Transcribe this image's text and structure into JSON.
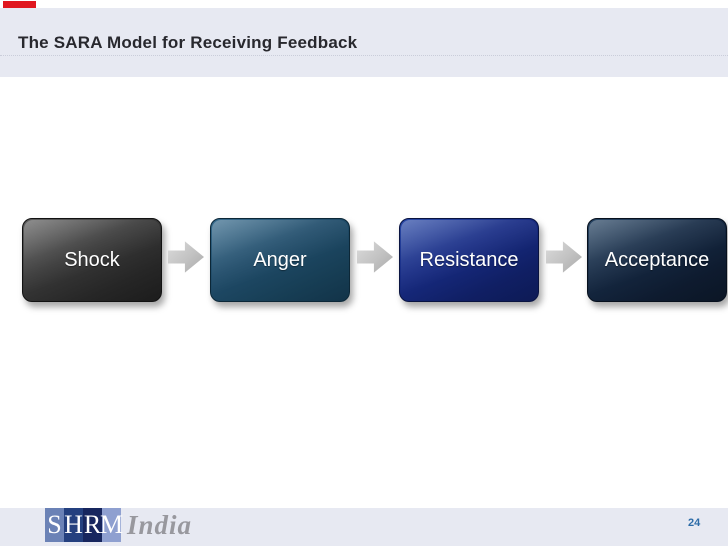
{
  "slide": {
    "title": "The SARA Model for Receiving Feedback",
    "background_color": "#ffffff",
    "header_band_color": "#e7e9f2",
    "accent_bar_color": "#e0161f",
    "title_color": "#28282e"
  },
  "sara_model": {
    "type": "process-flow",
    "stages": [
      {
        "label": "Shock",
        "color": "#333333"
      },
      {
        "label": "Anger",
        "color": "#1e4a68"
      },
      {
        "label": "Resistance",
        "color": "#16297f"
      },
      {
        "label": "Acceptance",
        "color": "#13253e"
      }
    ],
    "connector_icon": "right-block-arrow",
    "connector_color": "#c2c2c2"
  },
  "footer": {
    "band_color": "#e7e9f2",
    "logo": {
      "tiles": [
        {
          "letter": "S",
          "bg": "#6b82b6"
        },
        {
          "letter": "H",
          "bg": "#24407f"
        },
        {
          "letter": "R",
          "bg": "#17265e"
        },
        {
          "letter": "M",
          "bg": "#8fa0d0"
        }
      ],
      "wordmark": "India",
      "wordmark_color": "#98989e"
    },
    "page_number": "24",
    "page_number_color": "#2d6ca8"
  }
}
